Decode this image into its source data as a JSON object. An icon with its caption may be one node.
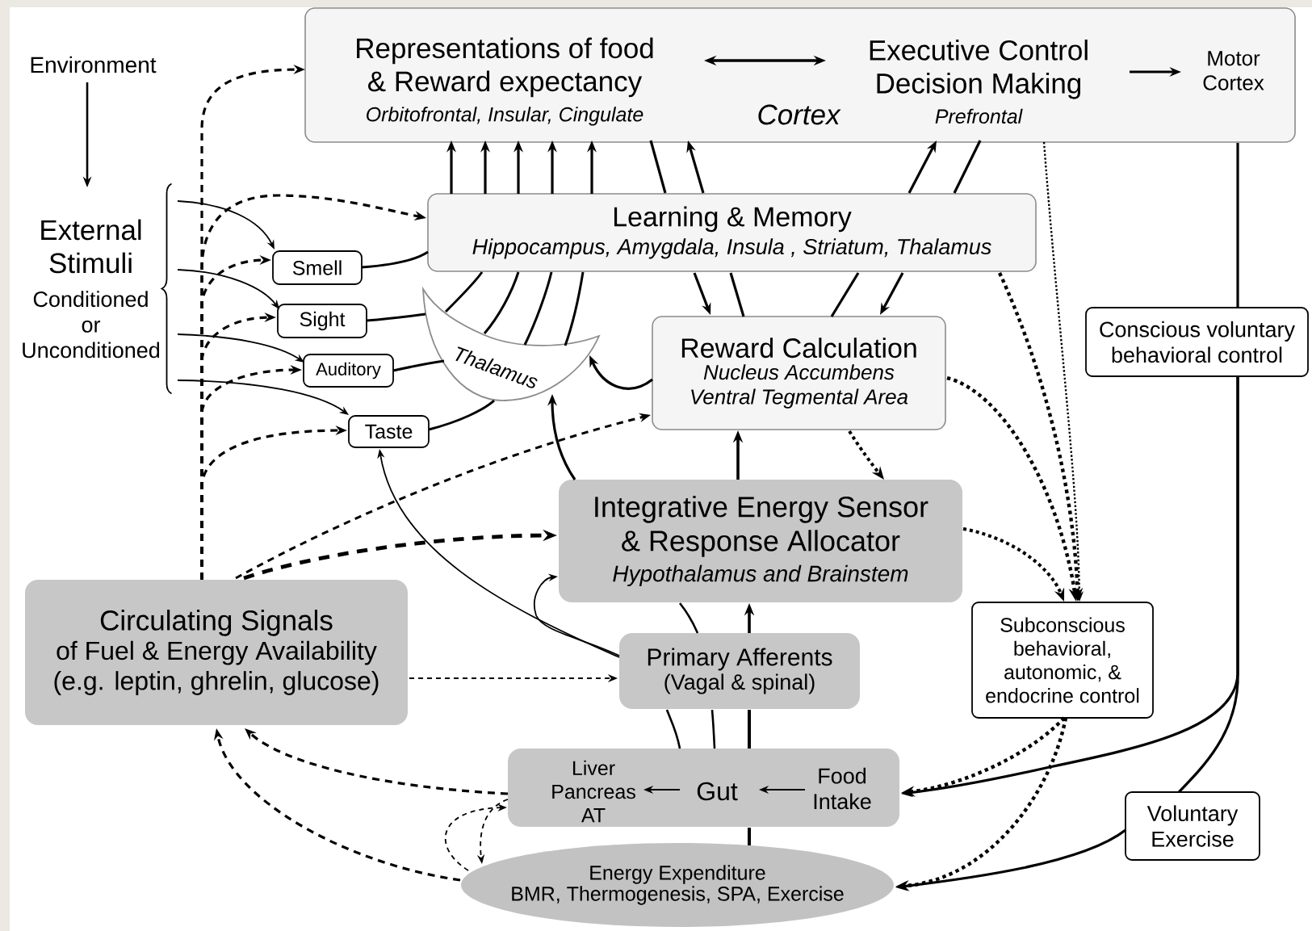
{
  "diagram": {
    "nodes": [
      {
        "text": [
          "Cortex"
        ]
      },
      {
        "text": [
          "Representations of food & Reward expectancy",
          "Orbitofrontal, Insular, Cingulate"
        ],
        "in": 0
      },
      {
        "text": [
          "Executive Control Decision Making",
          "Prefrontal"
        ],
        "in": 0
      },
      {
        "text": [
          "Motor Cortex"
        ],
        "in": 0
      },
      {
        "text": [
          "Environment"
        ]
      },
      {
        "text": [
          "External Stimuli",
          "Conditioned or Unconditioned"
        ]
      },
      {
        "text": [
          "Learning & Memory",
          "Hippocampus, Amygdala, Insula , Striatum, Thalamus"
        ]
      },
      {
        "text": [
          "Smell"
        ]
      },
      {
        "text": [
          "Sight"
        ]
      },
      {
        "text": [
          "Auditory"
        ]
      },
      {
        "text": [
          "Taste"
        ]
      },
      {
        "text": [
          "Thalamus"
        ]
      },
      {
        "text": [
          "Reward Calculation",
          "Nucleus Accumbens Ventral Tegmental Area"
        ]
      },
      {
        "text": [
          "Conscious voluntary behavioral control"
        ]
      },
      {
        "text": [
          "Integrative Energy Sensor & Response Allocator",
          "Hypothalamus and Brainstem"
        ]
      },
      {
        "text": [
          "Circulating Signals",
          "of Fuel & Energy Availability (e.g. leptin, ghrelin, glucose)"
        ]
      },
      {
        "text": [
          "Subconscious behavioral, autonomic, & endocrine control"
        ]
      },
      {
        "text": [
          "Primary Afferents",
          "(Vagal & spinal)"
        ]
      },
      {
        "text": [],
        "shape": "box"
      },
      {
        "text": [
          "Liver Pancreas AT"
        ],
        "in": 18
      },
      {
        "text": [
          "Gut"
        ],
        "in": 18
      },
      {
        "text": [
          "Food Intake"
        ],
        "in": 18
      },
      {
        "text": [
          "Voluntary Exercise"
        ]
      },
      {
        "text": [
          "Energy Expenditure",
          "BMR, Thermogenesis, SPA, Exercise"
        ]
      }
    ],
    "edges": [
      {
        "from": 4,
        "to": 5,
        "arrow": "to"
      },
      {
        "from": 5,
        "to": 7,
        "arrow": "to"
      },
      {
        "from": 5,
        "to": 8,
        "arrow": "to"
      },
      {
        "from": 5,
        "to": 9,
        "arrow": "to"
      },
      {
        "from": 5,
        "to": 10,
        "arrow": "to"
      },
      {
        "from": 15,
        "to": 1,
        "arrow": "to",
        "style": "dashed"
      },
      {
        "from": 15,
        "to": 6,
        "arrow": "to",
        "style": "dashed"
      },
      {
        "from": 15,
        "to": 7,
        "arrow": "to",
        "style": "dashed"
      },
      {
        "from": 15,
        "to": 8,
        "arrow": "to",
        "style": "dashed"
      },
      {
        "from": 15,
        "to": 9,
        "arrow": "to",
        "style": "dashed"
      },
      {
        "from": 15,
        "to": 10,
        "arrow": "to",
        "style": "dashed"
      },
      {
        "from": 15,
        "to": 12,
        "arrow": "to",
        "style": "dashed"
      },
      {
        "from": 15,
        "to": 14,
        "arrow": "to",
        "style": "dashed"
      },
      {
        "from": 15,
        "to": 17,
        "arrow": "to",
        "style": "dashed"
      },
      {
        "from": 18,
        "to": 15,
        "arrow": "to",
        "style": "dashed"
      },
      {
        "from": 23,
        "to": 15,
        "arrow": "to",
        "style": "dashed"
      },
      {
        "from": 23,
        "to": 18,
        "arrow": "to",
        "style": "dashed"
      },
      {
        "from": 18,
        "to": 23,
        "arrow": "to",
        "style": "dashed"
      },
      {
        "from": 6,
        "to": 1,
        "arrow": "to"
      },
      {
        "from": 6,
        "to": 1,
        "arrow": "to"
      },
      {
        "from": 6,
        "to": 1,
        "arrow": "to"
      },
      {
        "from": 6,
        "to": 1,
        "arrow": "to"
      },
      {
        "from": 6,
        "to": 1,
        "arrow": "to"
      },
      {
        "from": 7,
        "to": 6,
        "arrow": "none"
      },
      {
        "from": 8,
        "to": 11,
        "arrow": "none"
      },
      {
        "from": 9,
        "to": 11,
        "arrow": "none"
      },
      {
        "from": 10,
        "to": 11,
        "arrow": "none"
      },
      {
        "from": 11,
        "to": 6,
        "arrow": "none"
      },
      {
        "from": 11,
        "to": 6,
        "arrow": "none"
      },
      {
        "from": 11,
        "to": 6,
        "arrow": "none"
      },
      {
        "from": 11,
        "to": 6,
        "arrow": "none"
      },
      {
        "from": 1,
        "to": 6,
        "arrow": "none"
      },
      {
        "from": 6,
        "to": 12,
        "arrow": "to"
      },
      {
        "from": 12,
        "to": 6,
        "arrow": "none"
      },
      {
        "from": 6,
        "to": 1,
        "arrow": "to"
      },
      {
        "from": 2,
        "to": 6,
        "arrow": "none"
      },
      {
        "from": 6,
        "to": 12,
        "arrow": "to"
      },
      {
        "from": 12,
        "to": 6,
        "arrow": "none"
      },
      {
        "from": 6,
        "to": 2,
        "arrow": "to"
      },
      {
        "from": 12,
        "to": 11,
        "arrow": "to"
      },
      {
        "from": 14,
        "to": 11,
        "arrow": "to"
      },
      {
        "from": 14,
        "to": 12,
        "arrow": "to"
      },
      {
        "from": 12,
        "to": 14,
        "arrow": "to",
        "style": "dashed"
      },
      {
        "from": 0,
        "to": 16,
        "arrow": "to",
        "style": "dashed"
      },
      {
        "from": 6,
        "to": 16,
        "arrow": "to",
        "style": "dashed"
      },
      {
        "from": 12,
        "to": 16,
        "arrow": "to",
        "style": "dashed"
      },
      {
        "from": 14,
        "to": 16,
        "arrow": "to",
        "style": "dashed"
      },
      {
        "from": 16,
        "to": 18,
        "arrow": "to",
        "style": "dashed"
      },
      {
        "from": 16,
        "to": 23,
        "arrow": "to",
        "style": "dashed"
      },
      {
        "from": 0,
        "to": 13,
        "arrow": "none"
      },
      {
        "from": 13,
        "to": 18,
        "arrow": "to"
      },
      {
        "from": 13,
        "to": 22,
        "arrow": "none"
      },
      {
        "from": 22,
        "to": 23,
        "arrow": "to"
      },
      {
        "from": 17,
        "to": 14,
        "arrow": "to"
      },
      {
        "from": 18,
        "to": 17,
        "arrow": "none"
      },
      {
        "from": 23,
        "to": 18,
        "arrow": "none"
      },
      {
        "from": 18,
        "to": 17,
        "arrow": "none"
      },
      {
        "from": 18,
        "to": 17,
        "arrow": "none"
      },
      {
        "from": 17,
        "to": 14,
        "arrow": "none"
      },
      {
        "from": 17,
        "to": 10,
        "arrow": "to"
      },
      {
        "from": 17,
        "to": 14,
        "arrow": "to"
      },
      {
        "from": 21,
        "to": 20,
        "arrow": "to"
      },
      {
        "from": 20,
        "to": 19,
        "arrow": "to"
      },
      {
        "from": 1,
        "to": 2,
        "arrow": "both"
      },
      {
        "from": 2,
        "to": 3,
        "arrow": "to"
      }
    ]
  }
}
